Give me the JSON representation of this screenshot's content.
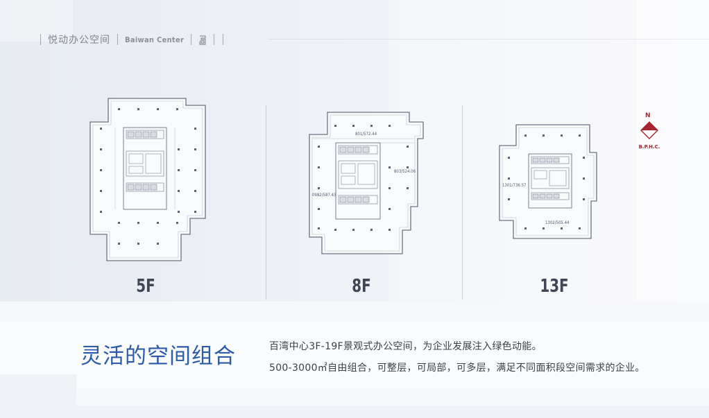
{
  "header": {
    "brand_cn": "悦动办公空间",
    "brand_en": "Baiwan Center",
    "logo_icon": "brand-logo-icon"
  },
  "plans": [
    {
      "id": "5F",
      "label": "5F",
      "units": []
    },
    {
      "id": "8F",
      "label": "8F",
      "units": [
        "801/572.44",
        "803/524.06",
        "0982/587.43"
      ]
    },
    {
      "id": "13F",
      "label": "13F",
      "units": [
        "1301/736.57",
        "1302/505.44"
      ]
    }
  ],
  "compass": {
    "north": "N",
    "label": "B.P.H.C.",
    "color": "#a5252f"
  },
  "main": {
    "title": "灵活的空间组合",
    "line1": "百湾中心3F-19F景观式办公空间，为企业发展注入绿色动能。",
    "line2": "500-3000㎡自由组合，可整层，可局部，可多层，满足不同面积段空间需求的企业。"
  },
  "colors": {
    "accent": "#2a5aa8",
    "text": "#3a3f47",
    "plan_line": "#6b7280"
  }
}
